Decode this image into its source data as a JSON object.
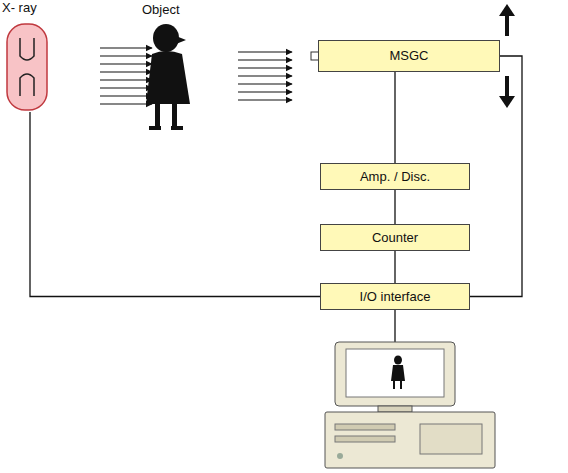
{
  "diagram": {
    "nodes": [
      {
        "text": [
          "X- ray"
        ]
      },
      {
        "text": [
          "MSGC"
        ]
      },
      {
        "text": [
          "Amp. / Disc."
        ]
      },
      {
        "text": [
          "Counter"
        ]
      },
      {
        "text": [
          "I/O interface"
        ]
      }
    ],
    "edges": [
      {
        "from": 1,
        "to": 2,
        "arrow": "none"
      },
      {
        "from": 2,
        "to": 3,
        "arrow": "none"
      },
      {
        "from": 3,
        "to": 4,
        "arrow": "none"
      },
      {
        "from": 0,
        "to": 4,
        "arrow": "none"
      },
      {
        "from": 1,
        "to": 4,
        "arrow": "none"
      }
    ],
    "labels": [
      "Object"
    ]
  }
}
